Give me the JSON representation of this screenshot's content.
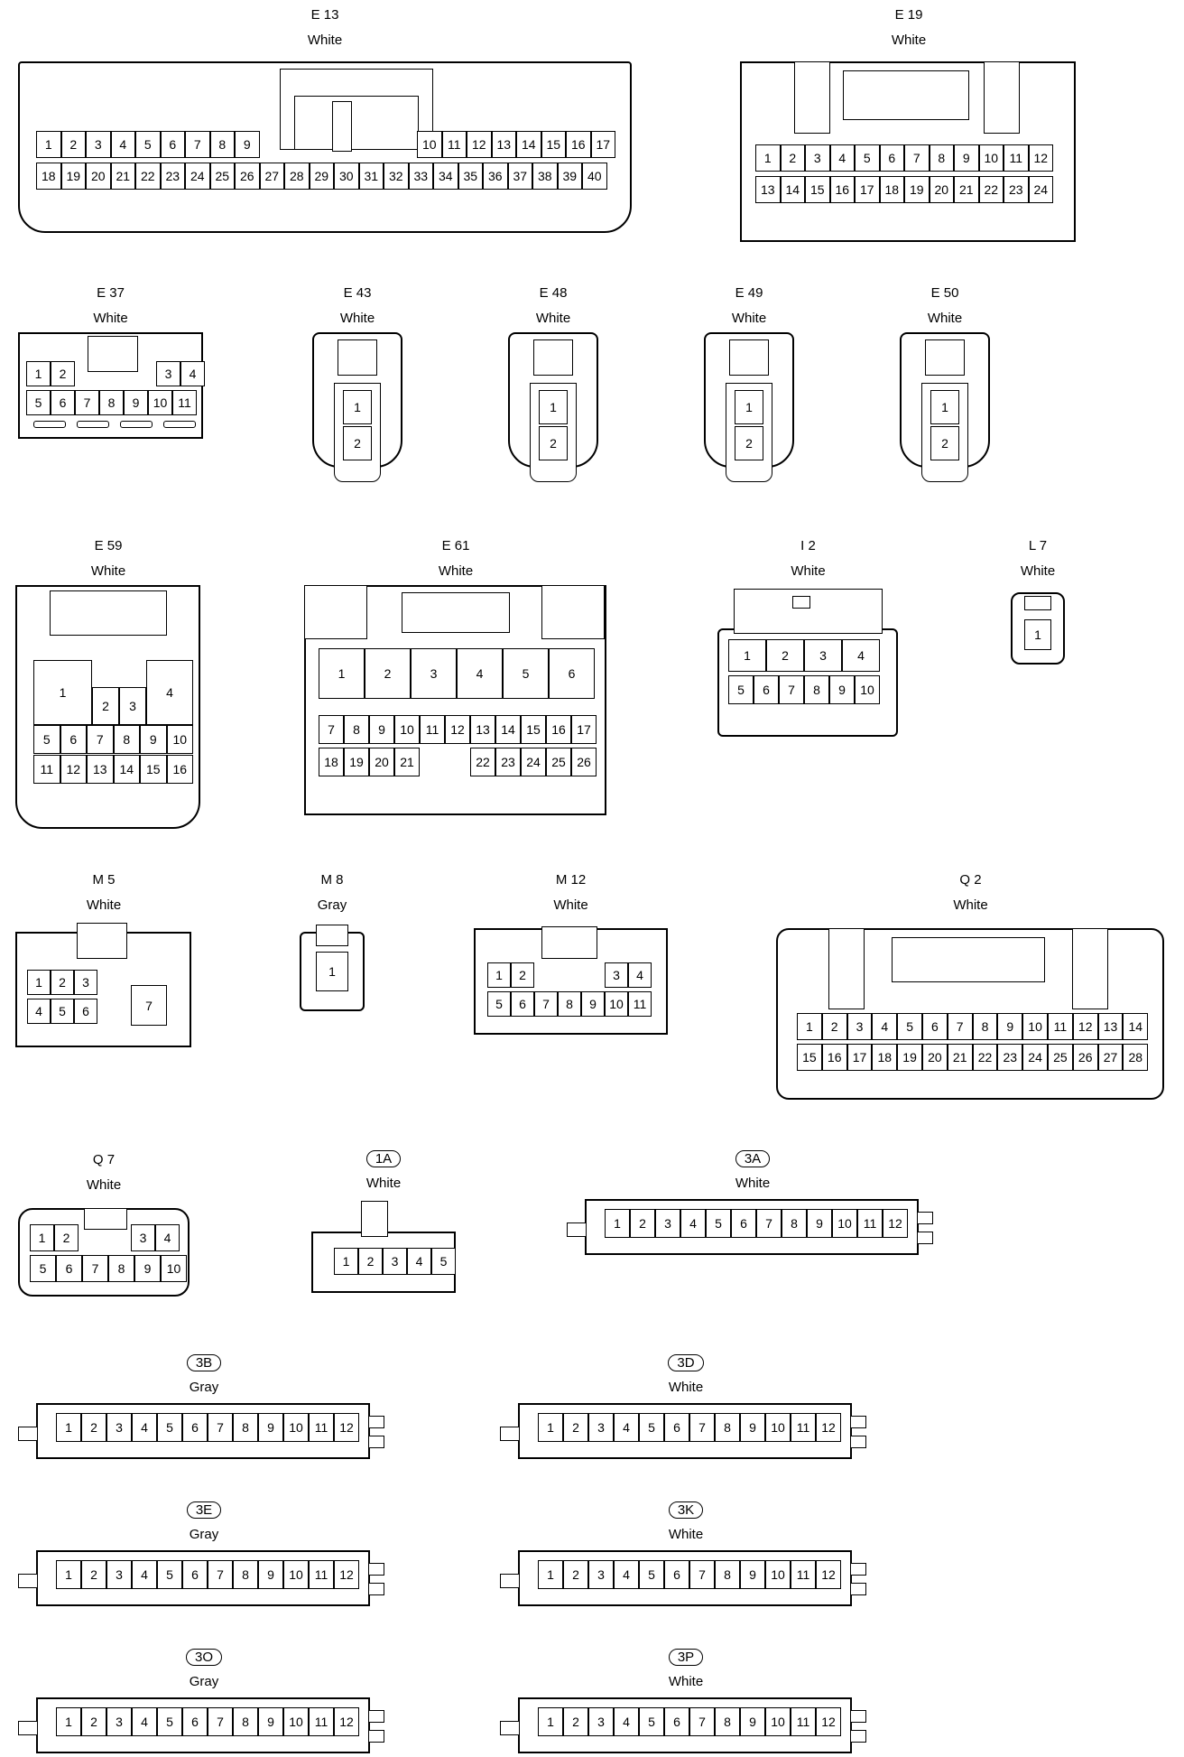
{
  "connectors": [
    {
      "id": "E 13",
      "color": "White",
      "badge": false
    },
    {
      "id": "E 19",
      "color": "White",
      "badge": false
    },
    {
      "id": "E 37",
      "color": "White",
      "badge": false
    },
    {
      "id": "E 43",
      "color": "White",
      "badge": false
    },
    {
      "id": "E 48",
      "color": "White",
      "badge": false
    },
    {
      "id": "E 49",
      "color": "White",
      "badge": false
    },
    {
      "id": "E 50",
      "color": "White",
      "badge": false
    },
    {
      "id": "E 59",
      "color": "White",
      "badge": false
    },
    {
      "id": "E 61",
      "color": "White",
      "badge": false
    },
    {
      "id": "I 2",
      "color": "White",
      "badge": false
    },
    {
      "id": "L 7",
      "color": "White",
      "badge": false
    },
    {
      "id": "M 5",
      "color": "White",
      "badge": false
    },
    {
      "id": "M 8",
      "color": "Gray",
      "badge": false
    },
    {
      "id": "M 12",
      "color": "White",
      "badge": false
    },
    {
      "id": "Q 2",
      "color": "White",
      "badge": false
    },
    {
      "id": "Q 7",
      "color": "White",
      "badge": false
    },
    {
      "id": "1A",
      "color": "White",
      "badge": true
    },
    {
      "id": "3A",
      "color": "White",
      "badge": true
    },
    {
      "id": "3B",
      "color": "Gray",
      "badge": true
    },
    {
      "id": "3D",
      "color": "White",
      "badge": true
    },
    {
      "id": "3E",
      "color": "Gray",
      "badge": true
    },
    {
      "id": "3K",
      "color": "White",
      "badge": true
    },
    {
      "id": "3O",
      "color": "Gray",
      "badge": true
    },
    {
      "id": "3P",
      "color": "White",
      "badge": true
    }
  ],
  "pins": {
    "E13_top_left": [
      "1",
      "2",
      "3",
      "4",
      "5",
      "6",
      "7",
      "8",
      "9"
    ],
    "E13_top_right": [
      "10",
      "11",
      "12",
      "13",
      "14",
      "15",
      "16",
      "17"
    ],
    "E13_bottom": [
      "18",
      "19",
      "20",
      "21",
      "22",
      "23",
      "24",
      "25",
      "26",
      "27",
      "28",
      "29",
      "30",
      "31",
      "32",
      "33",
      "34",
      "35",
      "36",
      "37",
      "38",
      "39",
      "40"
    ],
    "E19_top": [
      "1",
      "2",
      "3",
      "4",
      "5",
      "6",
      "7",
      "8",
      "9",
      "10",
      "11",
      "12"
    ],
    "E19_bottom": [
      "13",
      "14",
      "15",
      "16",
      "17",
      "18",
      "19",
      "20",
      "21",
      "22",
      "23",
      "24"
    ],
    "E37_top_left": [
      "1",
      "2"
    ],
    "E37_top_right": [
      "3",
      "4"
    ],
    "E37_bottom": [
      "5",
      "6",
      "7",
      "8",
      "9",
      "10",
      "11"
    ],
    "two_pin": [
      "1",
      "2"
    ],
    "E59_big_left": "1",
    "E59_mid": [
      "2",
      "3"
    ],
    "E59_big_right": "4",
    "E59_row2": [
      "5",
      "6",
      "7",
      "8",
      "9",
      "10"
    ],
    "E59_row3": [
      "11",
      "12",
      "13",
      "14",
      "15",
      "16"
    ],
    "E61_top": [
      "1",
      "2",
      "3",
      "4",
      "5",
      "6"
    ],
    "E61_mid": [
      "7",
      "8",
      "9",
      "10",
      "11",
      "12",
      "13",
      "14",
      "15",
      "16",
      "17"
    ],
    "E61_bottom_left": [
      "18",
      "19",
      "20",
      "21"
    ],
    "E61_bottom_right": [
      "22",
      "23",
      "24",
      "25",
      "26"
    ],
    "I2_top": [
      "1",
      "2",
      "3",
      "4"
    ],
    "I2_bottom": [
      "5",
      "6",
      "7",
      "8",
      "9",
      "10"
    ],
    "L7": "1",
    "M5_top": [
      "1",
      "2",
      "3"
    ],
    "M5_bottom": [
      "4",
      "5",
      "6"
    ],
    "M5_big": "7",
    "M8": "1",
    "M12_top_left": [
      "1",
      "2"
    ],
    "M12_top_right": [
      "3",
      "4"
    ],
    "M12_bottom": [
      "5",
      "6",
      "7",
      "8",
      "9",
      "10",
      "11"
    ],
    "Q2_top": [
      "1",
      "2",
      "3",
      "4",
      "5",
      "6",
      "7",
      "8",
      "9",
      "10",
      "11",
      "12",
      "13",
      "14"
    ],
    "Q2_bottom": [
      "15",
      "16",
      "17",
      "18",
      "19",
      "20",
      "21",
      "22",
      "23",
      "24",
      "25",
      "26",
      "27",
      "28"
    ],
    "Q7_top_left": [
      "1",
      "2"
    ],
    "Q7_top_right": [
      "3",
      "4"
    ],
    "Q7_bottom": [
      "5",
      "6",
      "7",
      "8",
      "9",
      "10"
    ],
    "A1": [
      "1",
      "2",
      "3",
      "4",
      "5"
    ],
    "strip12": [
      "1",
      "2",
      "3",
      "4",
      "5",
      "6",
      "7",
      "8",
      "9",
      "10",
      "11",
      "12"
    ]
  }
}
